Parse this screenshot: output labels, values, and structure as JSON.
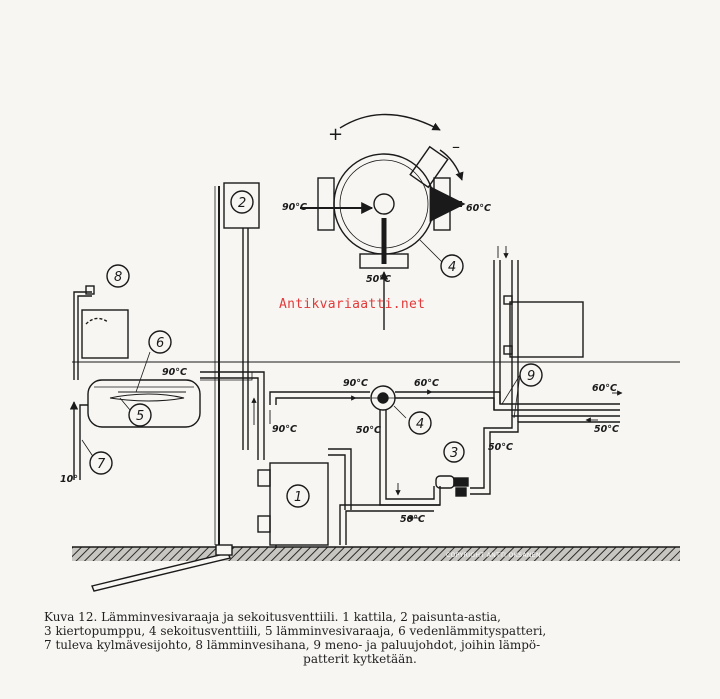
{
  "watermark": "Antikvariaatti.net",
  "copyright": "COPYRIGHT ANTTI OKSANEN",
  "labels": {
    "n1": "1",
    "n2": "2",
    "n3": "3",
    "n4_valve": "4",
    "n4": "4",
    "n5": "5",
    "n6": "6",
    "n7": "7",
    "n8": "8",
    "n9": "9",
    "plus": "+",
    "minus": "–"
  },
  "temperatures": {
    "valve_in": "90°C",
    "valve_out": "60°C",
    "valve_bottom": "50°C",
    "coil_top": "90°C",
    "riser_left": "90°C",
    "upper_line": "90°C",
    "mix_out": "60°C",
    "valve_left_low": "50°C",
    "right_supply": "60°C",
    "right_return": "50°C",
    "return_riser": "50°C",
    "bottom_return": "50°C",
    "cold_inlet": "10°"
  },
  "colors": {
    "ink": "#1a1a1a",
    "paper": "#f7f6f3",
    "watermark": "#e23a3a"
  },
  "caption": {
    "line1": "Kuva 12. Lämminvesivaraaja ja sekoitusventtiili. 1 kattila, 2 paisunta-astia,",
    "line2": "3 kiertopumppu, 4 sekoitusventtiili, 5 lämminvesivaraaja, 6 vedenlämmityspatteri,",
    "line3": "7 tuleva kylmävesijohto, 8 lämminvesihana, 9 meno- ja paluujohdot, joihin lämpö-",
    "line4": "patterit kytketään."
  }
}
